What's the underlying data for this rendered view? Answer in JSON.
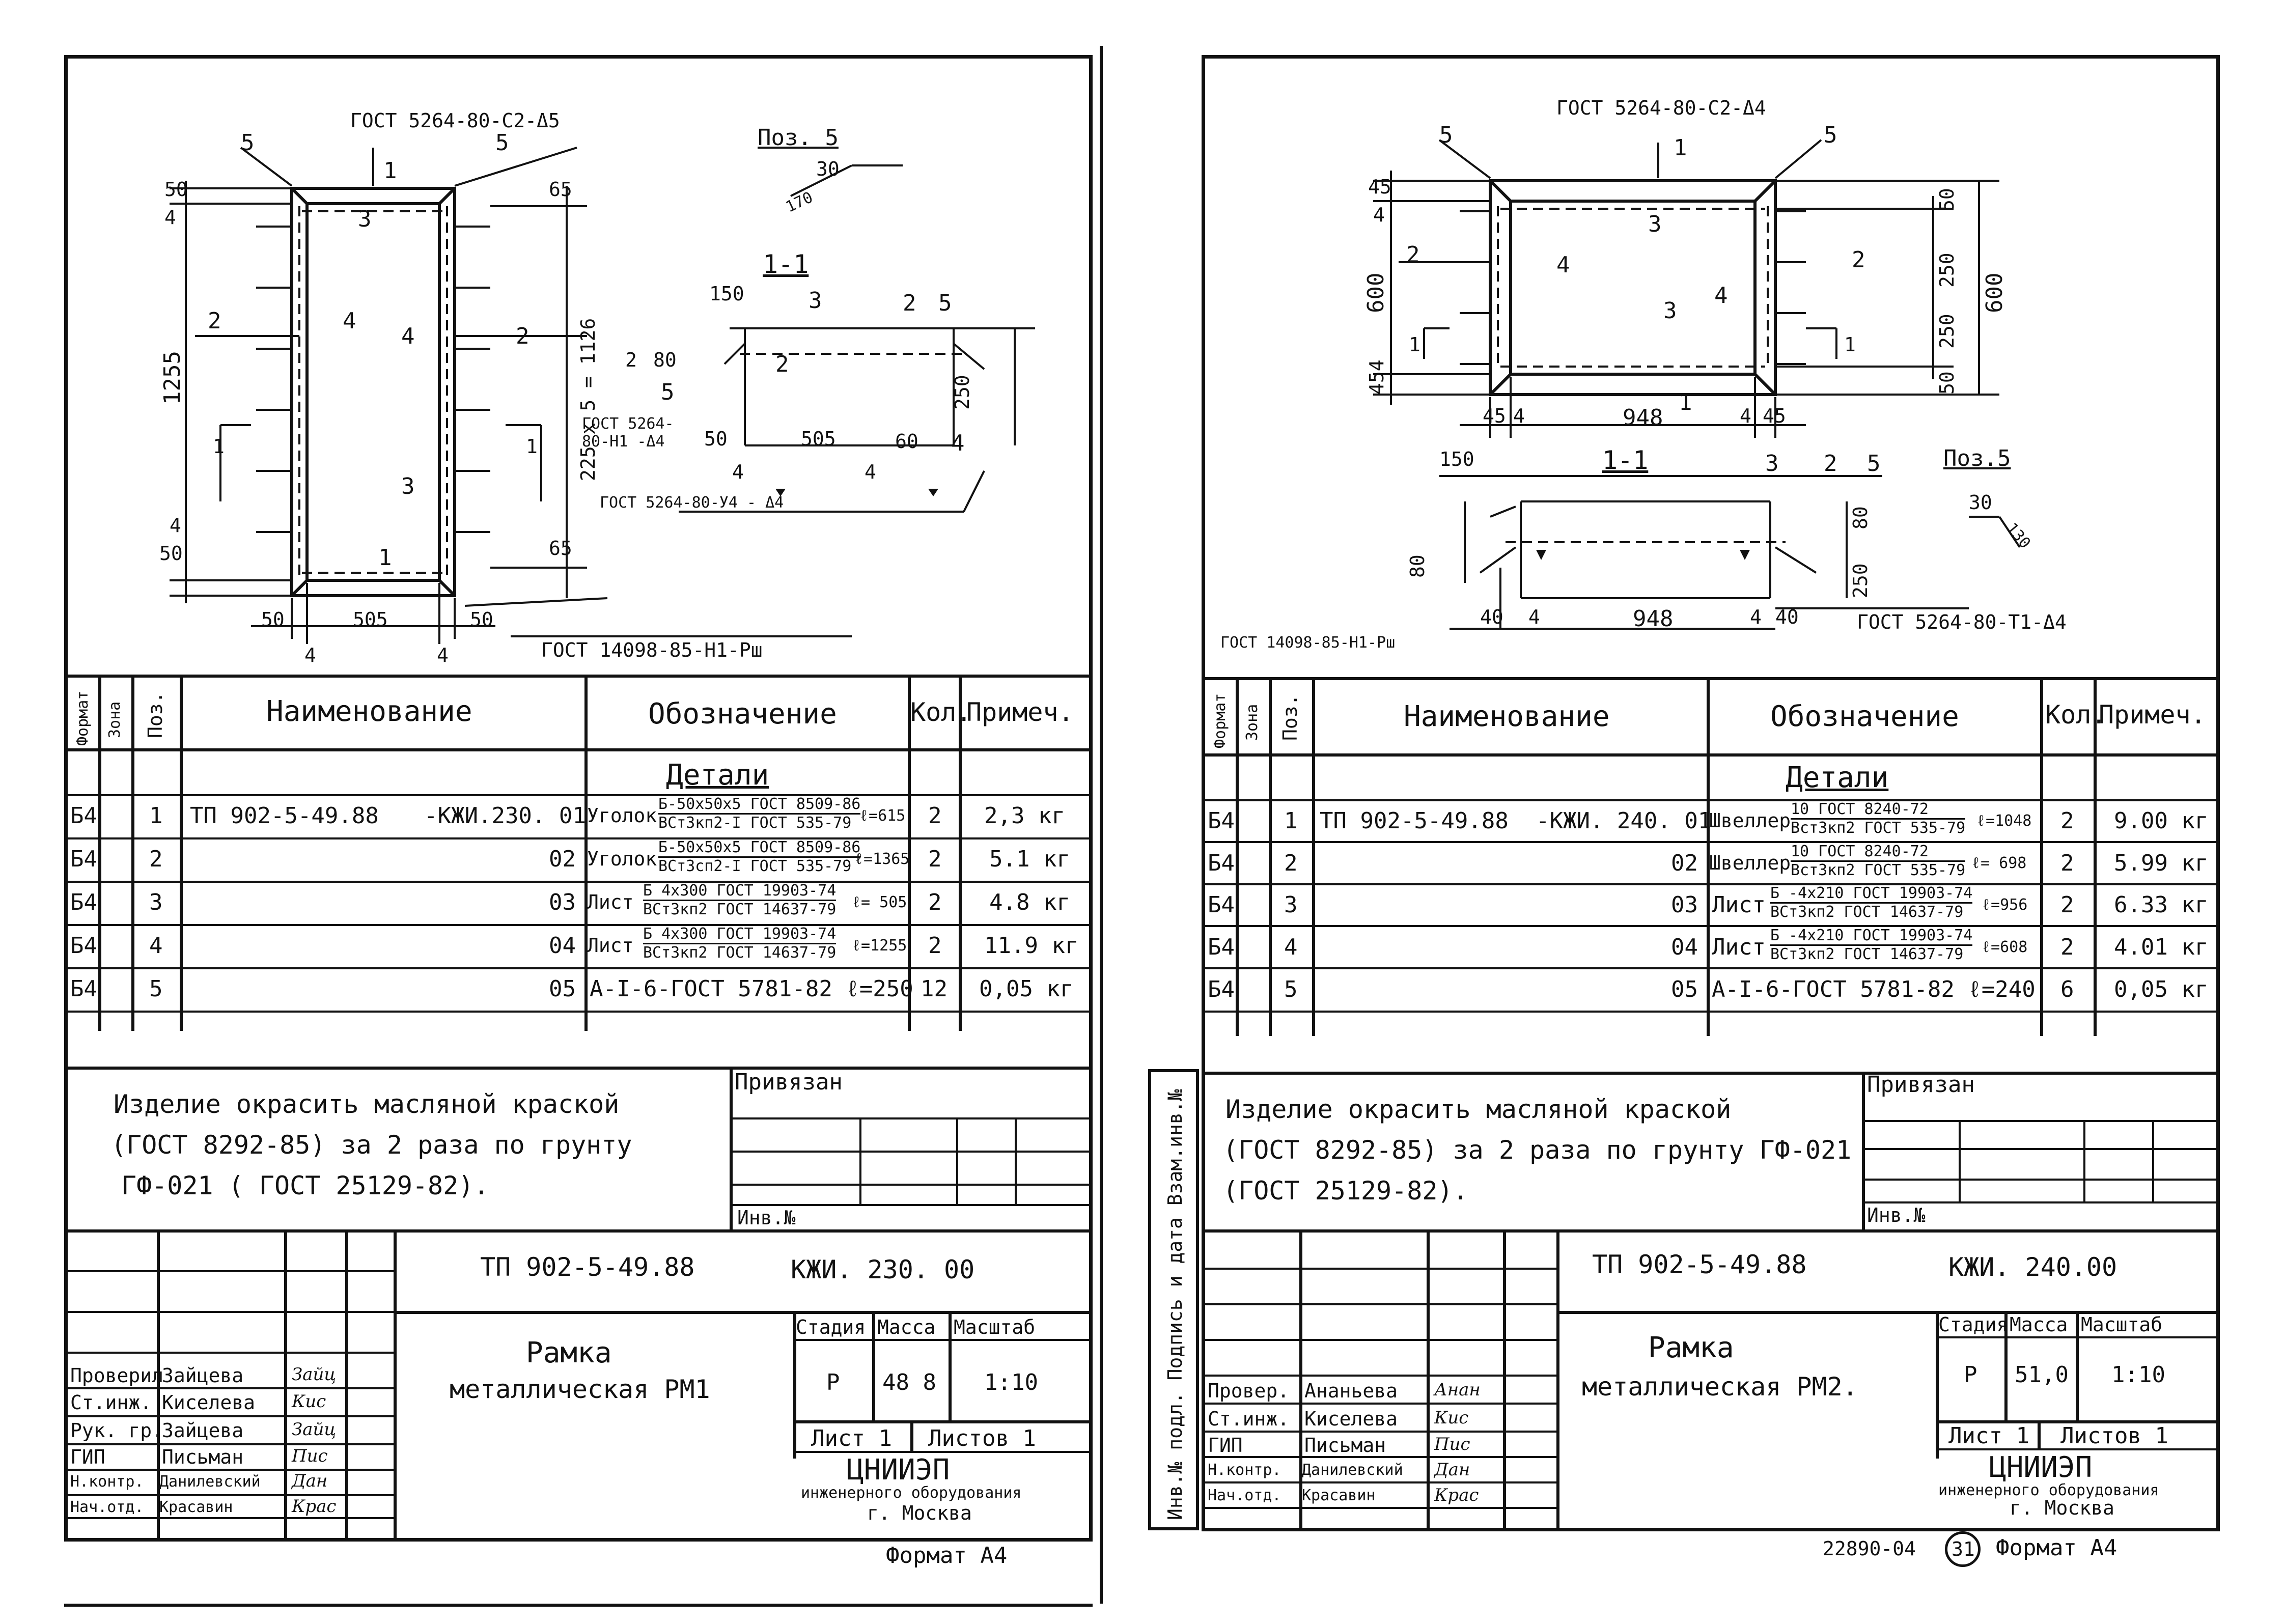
{
  "sheets": [
    {
      "id": "left",
      "drawing": {
        "top_gost": "ГОСТ 5264-80-С2-Δ5",
        "pos5_label": "Поз. 5",
        "pos5_dims": [
          "30",
          "170"
        ],
        "section_label": "1-1",
        "dims": {
          "top_left": "50",
          "top_left_small": "4",
          "height": "1255",
          "bot_left": "50",
          "bot_small": "4",
          "right_top": "65",
          "right_mid": "225 x 5 = 1126",
          "right_bot": "65",
          "bot_50a": "50",
          "bot_505": "505",
          "bot_50b": "50",
          "bot_4a": "4",
          "bot_4b": "4",
          "sec_150": "150",
          "sec_80": "80",
          "sec_2": "2",
          "sec_505": "505",
          "sec_50": "50",
          "sec_60": "60",
          "sec_250": "250",
          "sec_4a": "4",
          "sec_4b": "4"
        },
        "callouts": [
          "5",
          "1",
          "5",
          "3",
          "2",
          "4",
          "4",
          "2",
          "3",
          "1",
          "3",
          "2",
          "5",
          "2",
          "5",
          "4"
        ],
        "cut_marks": [
          "1",
          "1"
        ],
        "weld_notes": [
          "ГОСТ 5264-80-Н1 -Δ4",
          "ГОСТ 5264-80-У4 - Δ4",
          "ГОСТ 14098-85-Н1-Рш"
        ]
      },
      "spec": {
        "headers": {
          "format": "Формат",
          "zone": "Зона",
          "pos": "Поз.",
          "name": "Наименование",
          "designation": "Обозначение",
          "qty": "Кол.",
          "note": "Примеч."
        },
        "group": "Детали",
        "rows": [
          {
            "format": "Б4",
            "pos": "1",
            "name": "ТП 902-5-49.88",
            "code": "-КЖИ.230. 01",
            "desig_pre": "Уголок",
            "desig_num": "Б-50x50x5 ГОСТ 8509-86",
            "desig_den": "ВСт3кп2-I ГОСТ 535-79",
            "desig_len": "ℓ=615",
            "qty": "2",
            "note": "2,3 кг"
          },
          {
            "format": "Б4",
            "pos": "2",
            "name": "",
            "code": "02",
            "desig_pre": "Уголок",
            "desig_num": "Б-50x50x5 ГОСТ 8509-86",
            "desig_den": "ВСт3сп2-I ГОСТ 535-79",
            "desig_len": "ℓ=1365",
            "qty": "2",
            "note": "5.1 кг"
          },
          {
            "format": "Б4",
            "pos": "3",
            "name": "",
            "code": "03",
            "desig_pre": "Лист",
            "desig_num": "Б 4x300 ГОСТ 19903-74",
            "desig_den": "ВСт3кп2 ГОСТ 14637-79",
            "desig_len": "ℓ= 505",
            "qty": "2",
            "note": "4.8 кг"
          },
          {
            "format": "Б4",
            "pos": "4",
            "name": "",
            "code": "04",
            "desig_pre": "Лист",
            "desig_num": "Б 4x300 ГОСТ 19903-74",
            "desig_den": "ВСт3кп2 ГОСТ 14637-79",
            "desig_len": "ℓ=1255",
            "qty": "2",
            "note": "11.9 кг"
          },
          {
            "format": "Б4",
            "pos": "5",
            "name": "",
            "code": "05",
            "desig_pre": "",
            "desig_num": "",
            "desig_den": "",
            "desig_len": "",
            "desig_plain": "А-I-6-ГОСТ 5781-82 ℓ=250",
            "qty": "12",
            "note": "0,05 кг"
          }
        ]
      },
      "note_lines": [
        "Изделие окрасить масляной краской",
        "(ГОСТ 8292-85) за 2 раза по грунту",
        "ГФ-021 ( ГОСТ 25129-82)."
      ],
      "privyazan": "Привязан",
      "inv": "Инв.№",
      "title_block": {
        "project": "ТП 902-5-49.88",
        "code": "КЖИ. 230. 00",
        "title1": "Рамка",
        "title2": "металлическая  РМ1",
        "stage_h": "Стадия",
        "mass_h": "Масса",
        "scale_h": "Масштаб",
        "stage": "Р",
        "mass": "48 8",
        "scale": "1:10",
        "sheet": "Лист 1",
        "sheets": "Листов 1",
        "org1": "ЦНИИЭП",
        "org2": "инженерного оборудования",
        "org3": "г. Москва",
        "roles": [
          {
            "role": "Проверил",
            "name": "Зайцева",
            "sig": "Зайц"
          },
          {
            "role": "Ст.инж.",
            "name": "Киселева",
            "sig": "Кис"
          },
          {
            "role": "Рук. гр.",
            "name": "Зайцева",
            "sig": "Зайц"
          },
          {
            "role": "ГИП",
            "name": "Письман",
            "sig": "Пис"
          },
          {
            "role": "Н.контр.",
            "name": "Данилевский",
            "sig": "Дан"
          },
          {
            "role": "Нач.отд.",
            "name": "Красавин",
            "sig": "Крас"
          }
        ]
      },
      "format": "Формат А4"
    },
    {
      "id": "right",
      "drawing": {
        "top_gost": "ГОСТ 5264-80-С2-Δ4",
        "pos5_label": "Поз.5",
        "pos5_dims": [
          "30",
          "130"
        ],
        "section_label": "1-1",
        "dims": {
          "left_4": "4",
          "left_45": "45",
          "left_600": "600",
          "left_454": "454",
          "right_50a": "50",
          "right_250a": "250",
          "right_250b": "250",
          "right_50b": "50",
          "right_600": "600",
          "bot_45a": "45",
          "bot_4a": "4",
          "bot_948": "948",
          "bot_4b": "4",
          "bot_45b": "45",
          "sec_150": "150",
          "sec_80a": "80",
          "sec_80b": "80",
          "sec_250": "250",
          "sec_40a": "40",
          "sec_4a": "4",
          "sec_948": "948",
          "sec_4b": "4",
          "sec_40b": "40"
        },
        "callouts": [
          "5",
          "1",
          "5",
          "3",
          "2",
          "4",
          "4",
          "2",
          "3",
          "1",
          "3",
          "2",
          "5"
        ],
        "cut_marks": [
          "1",
          "1"
        ],
        "weld_notes": [
          "ГОСТ 14098-85-Н1-Рш",
          "ГОСТ 5264-80-Т1-Δ4"
        ]
      },
      "spec": {
        "headers": {
          "format": "Формат",
          "zone": "Зона",
          "pos": "Поз.",
          "name": "Наименование",
          "designation": "Обозначение",
          "qty": "Кол.",
          "note": "Примеч."
        },
        "group": "Детали",
        "rows": [
          {
            "format": "Б4",
            "pos": "1",
            "name": "ТП 902-5-49.88",
            "code": "-КЖИ. 240. 01",
            "desig_pre": "Швеллер",
            "desig_num": "10 ГОСТ 8240-72",
            "desig_den": "Вст3кп2 ГОСТ 535-79",
            "desig_len": "ℓ=1048",
            "qty": "2",
            "note": "9.00 кг"
          },
          {
            "format": "Б4",
            "pos": "2",
            "name": "",
            "code": "02",
            "desig_pre": "Швеллер",
            "desig_num": "10 ГОСТ 8240-72",
            "desig_den": "Вст3кп2 ГОСТ 535-79",
            "desig_len": "ℓ= 698",
            "qty": "2",
            "note": "5.99 кг"
          },
          {
            "format": "Б4",
            "pos": "3",
            "name": "",
            "code": "03",
            "desig_pre": "Лист",
            "desig_num": "Б -4x210 ГОСТ 19903-74",
            "desig_den": "ВСт3кп2 ГОСТ 14637-79",
            "desig_len": "ℓ=956",
            "qty": "2",
            "note": "6.33 кг"
          },
          {
            "format": "Б4",
            "pos": "4",
            "name": "",
            "code": "04",
            "desig_pre": "Лист",
            "desig_num": "Б -4x210 ГОСТ 19903-74",
            "desig_den": "ВСт3кп2 ГОСТ 14637-79",
            "desig_len": "ℓ=608",
            "qty": "2",
            "note": "4.01 кг"
          },
          {
            "format": "Б4",
            "pos": "5",
            "name": "",
            "code": "05",
            "desig_pre": "",
            "desig_num": "",
            "desig_den": "",
            "desig_len": "",
            "desig_plain": "А-I-6-ГОСТ 5781-82 ℓ=240",
            "qty": "6",
            "note": "0,05 кг"
          }
        ]
      },
      "note_lines": [
        "Изделие окрасить масляной краской",
        "(ГОСТ 8292-85) за 2 раза по грунту ГФ-021",
        "(ГОСТ 25129-82)."
      ],
      "privyazan": "Привязан",
      "inv": "Инв.№",
      "side_stamp": "Инв.№ подл. Подпись и дата Взам.инв.№",
      "title_block": {
        "project": "ТП 902-5-49.88",
        "code": "КЖИ. 240.00",
        "title1": "Рамка",
        "title2": "металлическая  РМ2.",
        "stage_h": "Стадия",
        "mass_h": "Масса",
        "scale_h": "Масштаб",
        "stage": "Р",
        "mass": "51,0",
        "scale": "1:10",
        "sheet": "Лист 1",
        "sheets": "Листов 1",
        "org1": "ЦНИИЭП",
        "org2": "инженерного оборудования",
        "org3": "г. Москва",
        "roles": [
          {
            "role": "Провер.",
            "name": "Ананьева",
            "sig": "Анан"
          },
          {
            "role": "Ст.инж.",
            "name": "Киселева",
            "sig": "Кис"
          },
          {
            "role": "ГИП",
            "name": "Письман",
            "sig": "Пис"
          },
          {
            "role": "Н.контр.",
            "name": "Данилевский",
            "sig": "Дан"
          },
          {
            "role": "Нач.отд.",
            "name": "Красавин",
            "sig": "Крас"
          }
        ]
      },
      "doc_number": "22890-04",
      "page_number": "31",
      "format": "Формат А4"
    }
  ]
}
